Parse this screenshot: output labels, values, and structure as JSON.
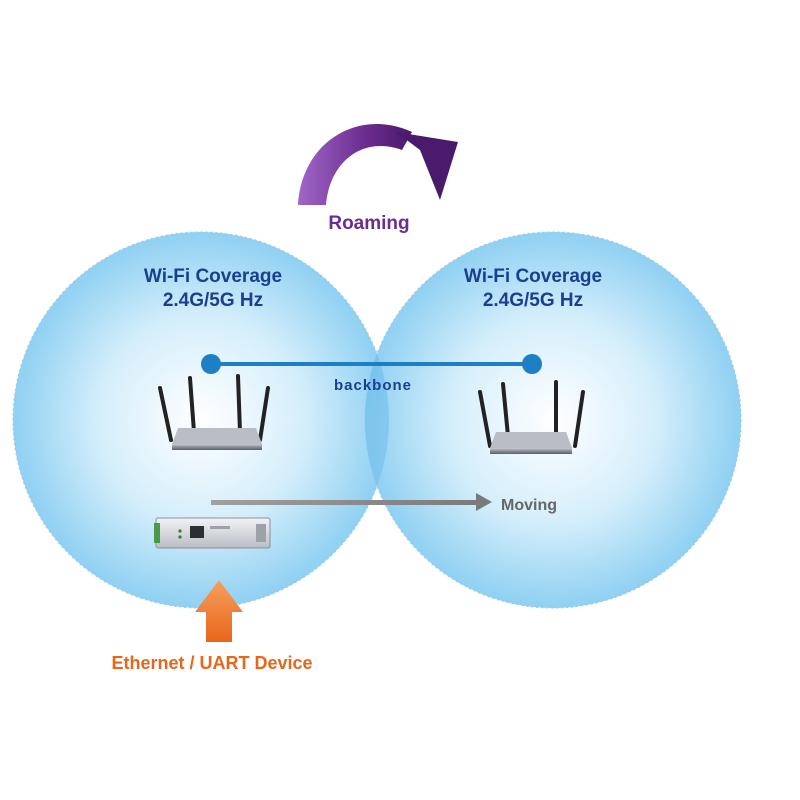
{
  "roaming": {
    "label": "Roaming",
    "color": "#6a2c8e"
  },
  "coverage_left": {
    "line1": "Wi-Fi Coverage",
    "line2": "2.4G/5G Hz"
  },
  "coverage_right": {
    "line1": "Wi-Fi Coverage",
    "line2": "2.4G/5G Hz"
  },
  "backbone": {
    "label": "backbone",
    "color": "#1f7fc4"
  },
  "moving": {
    "label": "Moving"
  },
  "device": {
    "label": "Ethernet / UART Device",
    "color": "#e8661c"
  },
  "colors": {
    "coverage_text": "#1b3f8f",
    "coverage_fill": "#8fd0f2"
  }
}
